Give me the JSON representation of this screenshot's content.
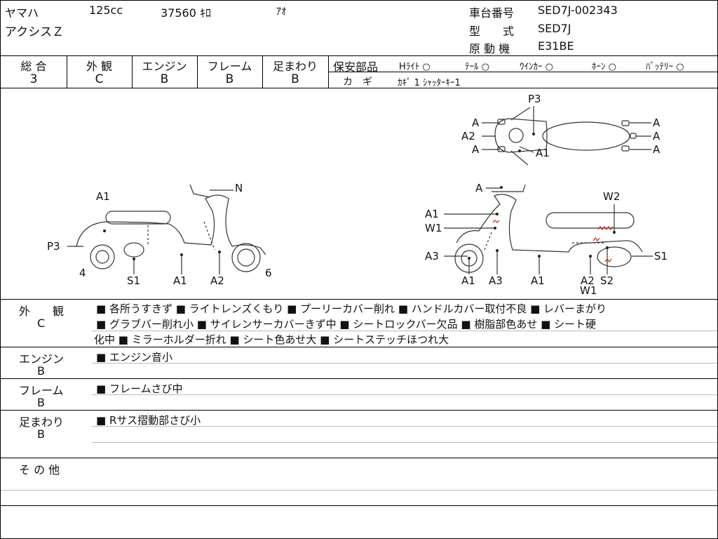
{
  "header": {
    "maker": "ヤマハ",
    "displacement": "125cc",
    "mileage": "37560 ｷﾛ",
    "color": "ｱｵ",
    "model_name": "アクシスＺ",
    "frame_no_label": "車台番号",
    "frame_no": "SED7J-002343",
    "type_label": "型　　式",
    "type": "SED7J",
    "engine_label": "原 動 機",
    "engine": "E31BE"
  },
  "grades": [
    {
      "label": "総 合",
      "value": "3"
    },
    {
      "label": "外 観",
      "value": "C"
    },
    {
      "label": "エンジン",
      "value": "B"
    },
    {
      "label": "フレーム",
      "value": "B"
    },
    {
      "label": "足まわり",
      "value": "B"
    }
  ],
  "safety": {
    "label": "保安部品",
    "items": [
      {
        "label": "Hﾗｲﾄ",
        "mark": "○"
      },
      {
        "label": "ﾃｰﾙ",
        "mark": "○"
      },
      {
        "label": "ｳｲﾝｶｰ",
        "mark": "○"
      },
      {
        "label": "ﾎｰﾝ",
        "mark": "○"
      },
      {
        "label": "ﾊﾞｯﾃﾘｰ",
        "mark": "○"
      }
    ],
    "key_label": "カ　ギ",
    "key_value": "ｶｷﾞ 1  ｼｬｯﾀｰｷｰ1"
  },
  "diagram_labels": {
    "left": [
      "A1",
      "N",
      "P3",
      "4",
      "S1",
      "A1",
      "A2",
      "6"
    ],
    "top": [
      "P3",
      "A",
      "A2",
      "A",
      "A1",
      "A",
      "A",
      "A"
    ],
    "right": [
      "A",
      "W2",
      "A1",
      "W1",
      "A3",
      "S1",
      "A1",
      "A3",
      "A1",
      "A2",
      "S2",
      "W1"
    ]
  },
  "notes": {
    "exterior_label": "外　　観",
    "exterior_grade": "C",
    "exterior_lines": [
      "■ 各所うすきず ■ ライトレンズくもり ■ プーリーカバー削れ ■ ハンドルカバー取付不良 ■ レバーまがり",
      "■ グラブバー削れ小 ■ サイレンサーカバーきず中 ■ シートロックバー欠品 ■ 樹脂部色あせ ■ シート硬",
      "化中 ■ ミラーホルダー折れ ■ シート色あせ大 ■ シートステッチほつれ大"
    ],
    "engine_label": "エンジン",
    "engine_grade": "B",
    "engine_line": "■ エンジン音小",
    "frame_label": "フレーム",
    "frame_grade": "B",
    "frame_line": "■ フレームさび中",
    "suspension_label": "足まわり",
    "suspension_grade": "B",
    "suspension_line": "■ Rサス摺動部さび小",
    "other_label": "そ の 他"
  }
}
